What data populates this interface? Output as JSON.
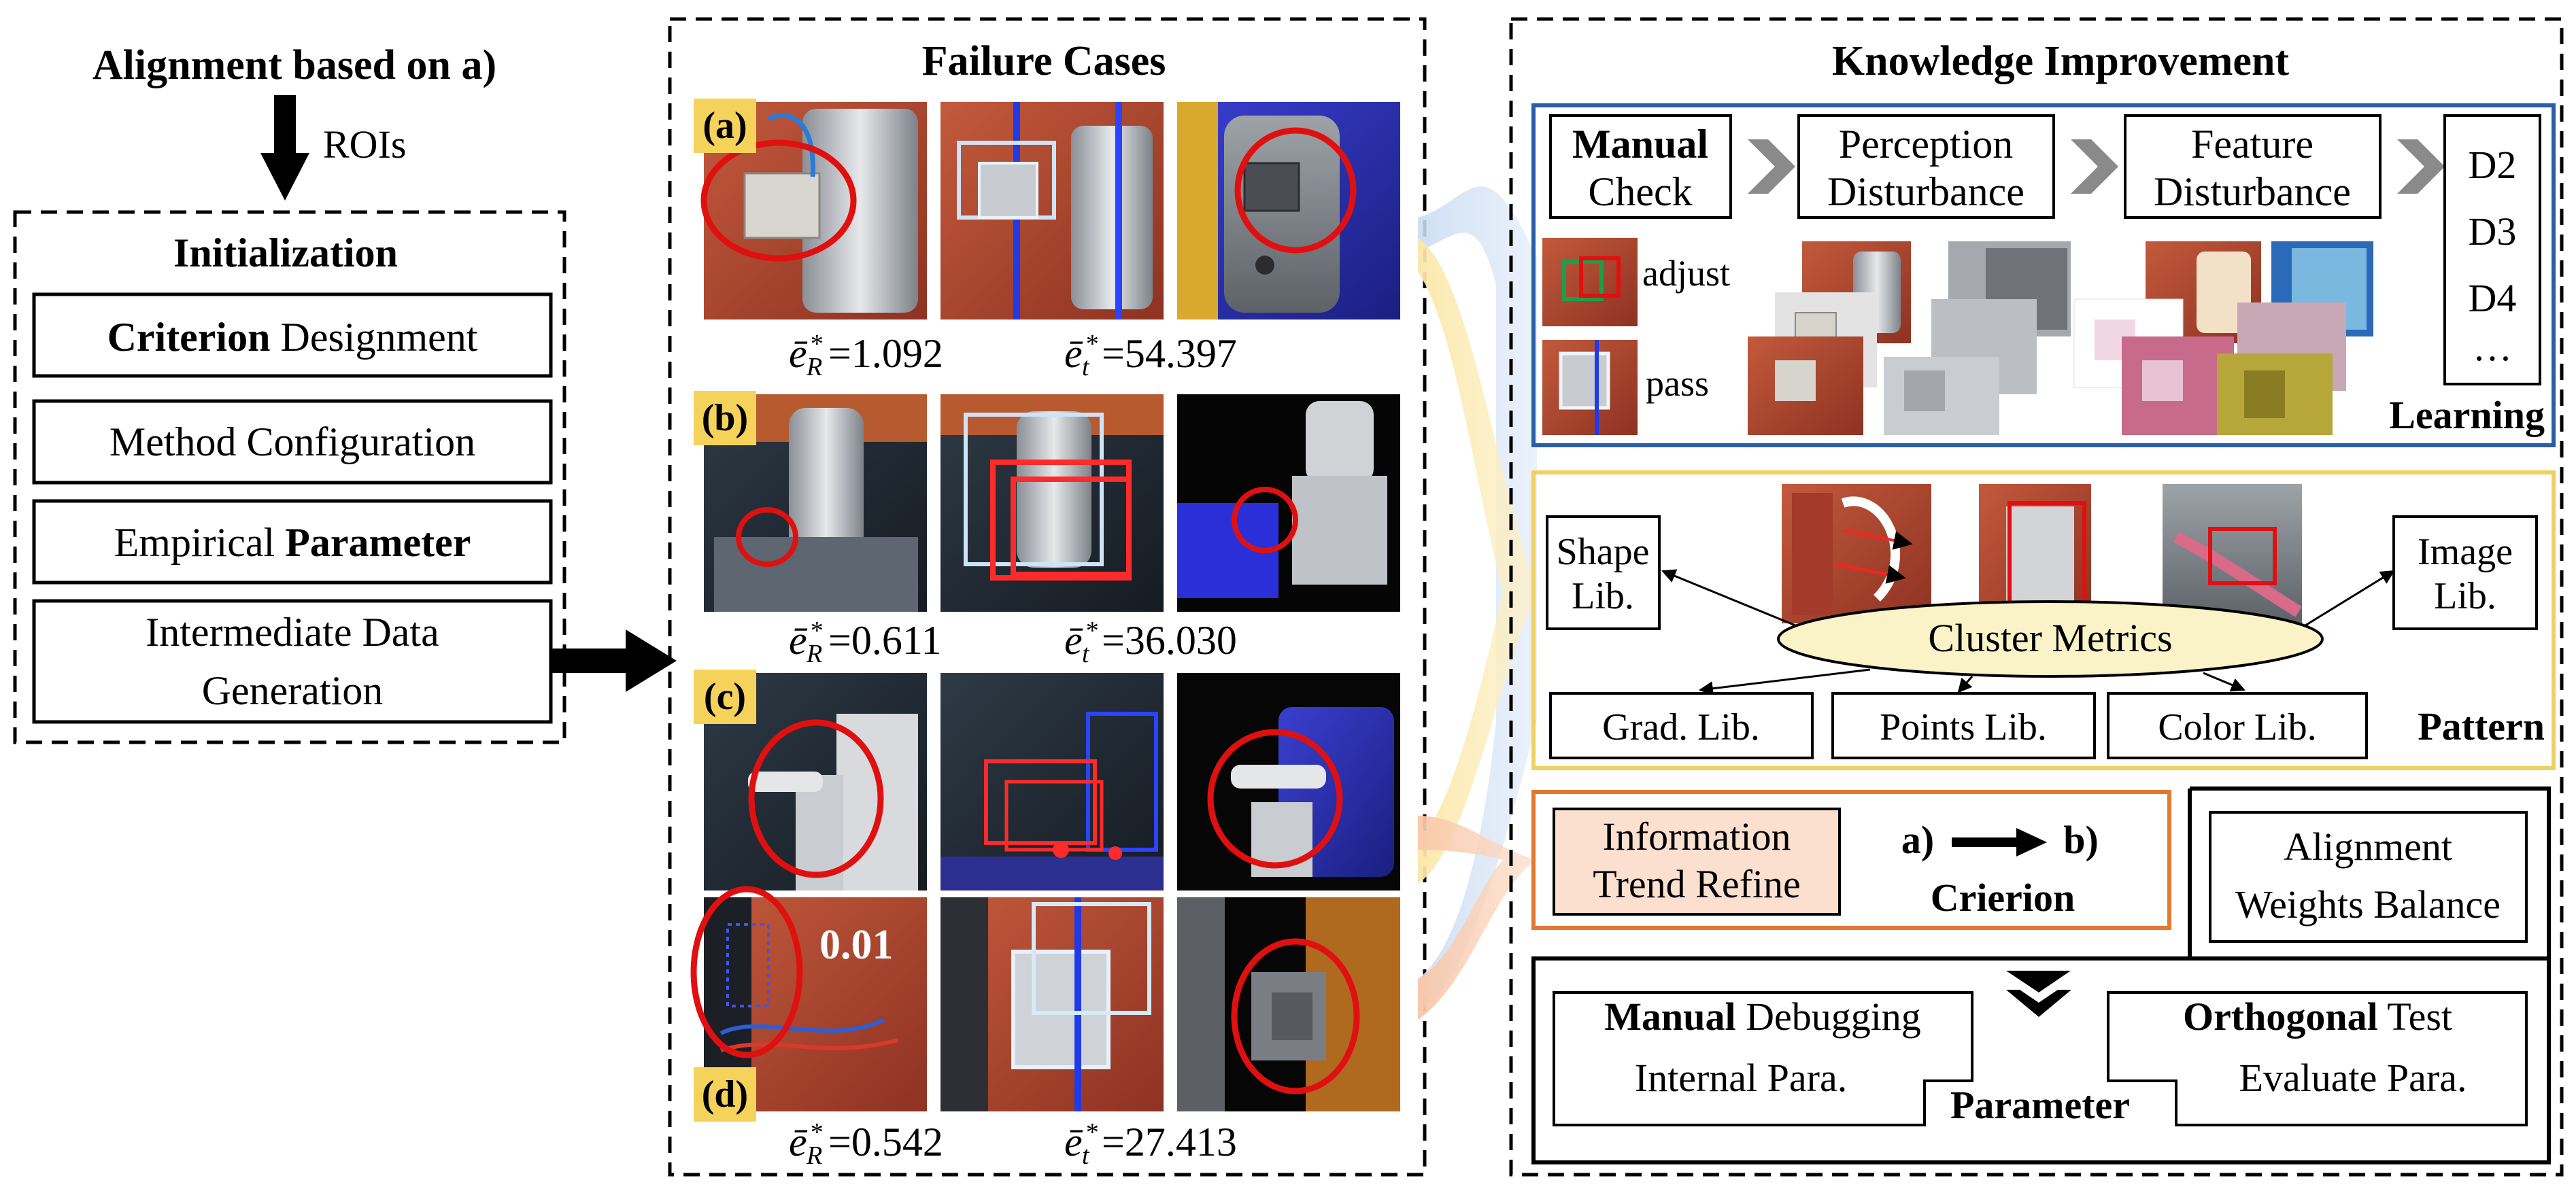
{
  "init": {
    "header": "Alignment based on a)",
    "rois": "ROIs",
    "title": "Initialization",
    "items": [
      {
        "bold": "Criterion",
        "rest": " Designment"
      },
      {
        "text": "Method Configuration"
      },
      {
        "pre": "Empirical ",
        "bold": "Parameter"
      },
      {
        "line1": "Intermediate Data",
        "line2": "Generation"
      }
    ]
  },
  "failure": {
    "title": "Failure Cases",
    "cases": [
      {
        "label": "(a)",
        "eR": "=1.092",
        "et": "=54.397"
      },
      {
        "label": "(b)",
        "eR": "=0.611",
        "et": "=36.030"
      },
      {
        "label": "(c)"
      },
      {
        "label": "(d)",
        "eR": "=0.542",
        "et": "=27.413"
      }
    ],
    "symbol_e": "ē",
    "sub_R": "R",
    "sub_t": "t",
    "sup_star": "*",
    "overlay_text": "0.01"
  },
  "knowledge": {
    "title": "Knowledge Improvement",
    "learning": {
      "manual_bold": "Manual",
      "manual_rest": "Check",
      "perception": [
        "Perception",
        "Disturbance"
      ],
      "feature": [
        "Feature",
        "Disturbance"
      ],
      "datasets": [
        "D2",
        "D3",
        "D4",
        "…"
      ],
      "adjust": "adjust",
      "pass": "pass",
      "label": "Learning"
    },
    "pattern": {
      "shape": [
        "Shape",
        "Lib."
      ],
      "image": [
        "Image",
        "Lib."
      ],
      "cluster": "Cluster Metrics",
      "grad": "Grad. Lib.",
      "points": "Points Lib.",
      "color": "Color Lib.",
      "label": "Pattern"
    },
    "criterion": {
      "info": [
        "Information",
        "Trend Refine"
      ],
      "a": "a)",
      "b": "b)",
      "label": "Crierion",
      "balance": [
        "Alignment",
        "Weights Balance"
      ]
    },
    "parameter": {
      "manual_bold": "Manual",
      "manual_rest": " Debugging",
      "internal": "Internal Para.",
      "orth_bold": "Orthogonal",
      "orth_rest": " Test",
      "evaluate": "Evaluate Para.",
      "label": "Parameter"
    }
  },
  "colors": {
    "learning_border": "#2a5fa8",
    "pattern_border": "#f0d060",
    "criterion_border": "#e07a30",
    "info_fill": "#fbe0d0",
    "cluster_fill": "#fbf3c8",
    "label_yellow": "#f5d35a",
    "circle_red": "#e01010"
  }
}
